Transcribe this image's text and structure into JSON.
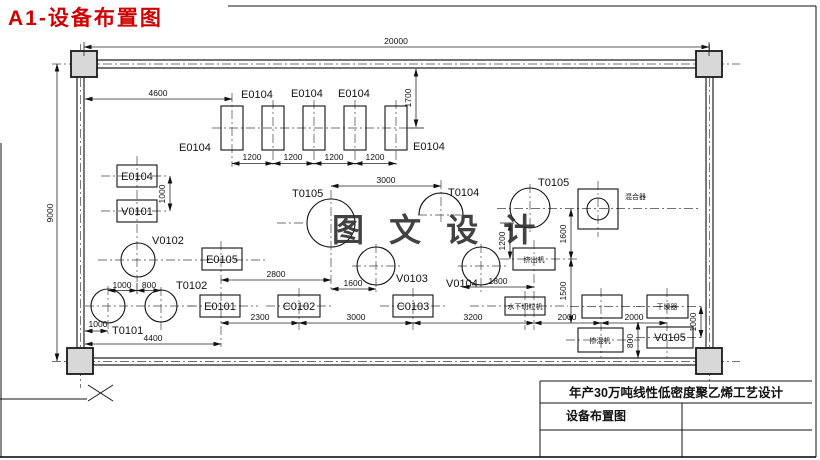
{
  "page_title": "A1-设备布置图",
  "watermark": "图 文 设 计",
  "title_block": {
    "project": "年产30万吨线性低密度聚乙烯工艺设计",
    "drawing_name": "设备布置图"
  },
  "tags": {
    "e0104_a": "E0104",
    "e0104_b": "E0104",
    "e0104_c": "E0104",
    "e0104_left": "E0104",
    "e0104_right": "E0104",
    "e0104_stack": "E0104",
    "v0101": "V0101",
    "v0102": "V0102",
    "t0101": "T0101",
    "t0102": "T0102",
    "e0105": "E0105",
    "e0101": "E0101",
    "c0102": "C0102",
    "c0103": "C0103",
    "t0105_left": "T0105",
    "t0104": "T0104",
    "t0105_right": "T0105",
    "v0103": "V0103",
    "v0104": "V0104",
    "v0105": "V0105",
    "mixer": "混合器",
    "extruder": "挤出机",
    "pelletizer": "水下切粒机",
    "blender": "掺混机",
    "dryer": "干燥器"
  },
  "dims": {
    "overall_w": "20000",
    "overall_h": "9000",
    "d4600": "4600",
    "d1700": "1700",
    "d1200": "1200",
    "d1000_stack": "1000",
    "d1000_circles": "1000",
    "d800_circles": "800",
    "d1000_t0101": "1000",
    "d4400": "4400",
    "d2300": "2300",
    "d3000_bottom": "3000",
    "d3200": "3200",
    "d2000_a": "2000",
    "d2000_b": "2000",
    "d2800": "2800",
    "d1600_h": "1600",
    "d1800": "1800",
    "d3000_top": "3000",
    "d1600_v": "1600",
    "d1500_v": "1500",
    "d1200_v": "1200",
    "d1000_v": "1000",
    "d800_v": "800"
  }
}
